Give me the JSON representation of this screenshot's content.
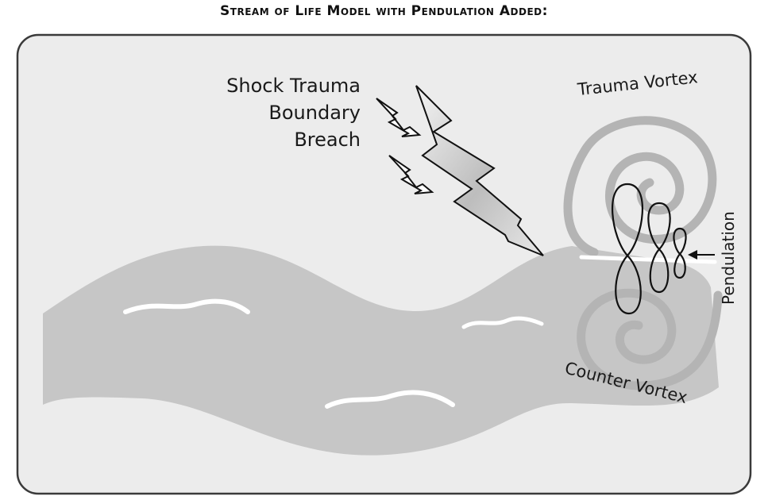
{
  "title": "Stream of Life Model with Pendulation Added:",
  "labels": {
    "shock_line1": "Shock Trauma",
    "shock_line2": "Boundary",
    "shock_line3": "Breach",
    "trauma_vortex": "Trauma Vortex",
    "counter_vortex": "Counter Vortex",
    "pendulation": "Pendulation"
  },
  "colors": {
    "stream": "#c6c6c6",
    "frame_fill": "#ececec",
    "frame_stroke": "#3a3a3a",
    "background": "#ffffff"
  }
}
